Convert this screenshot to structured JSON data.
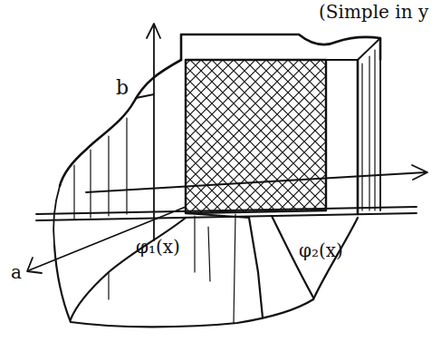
{
  "diagram": {
    "labels": [
      "(Simple in y",
      "b",
      "a",
      "φ₁(x)",
      "φ₂(x)"
    ]
  }
}
